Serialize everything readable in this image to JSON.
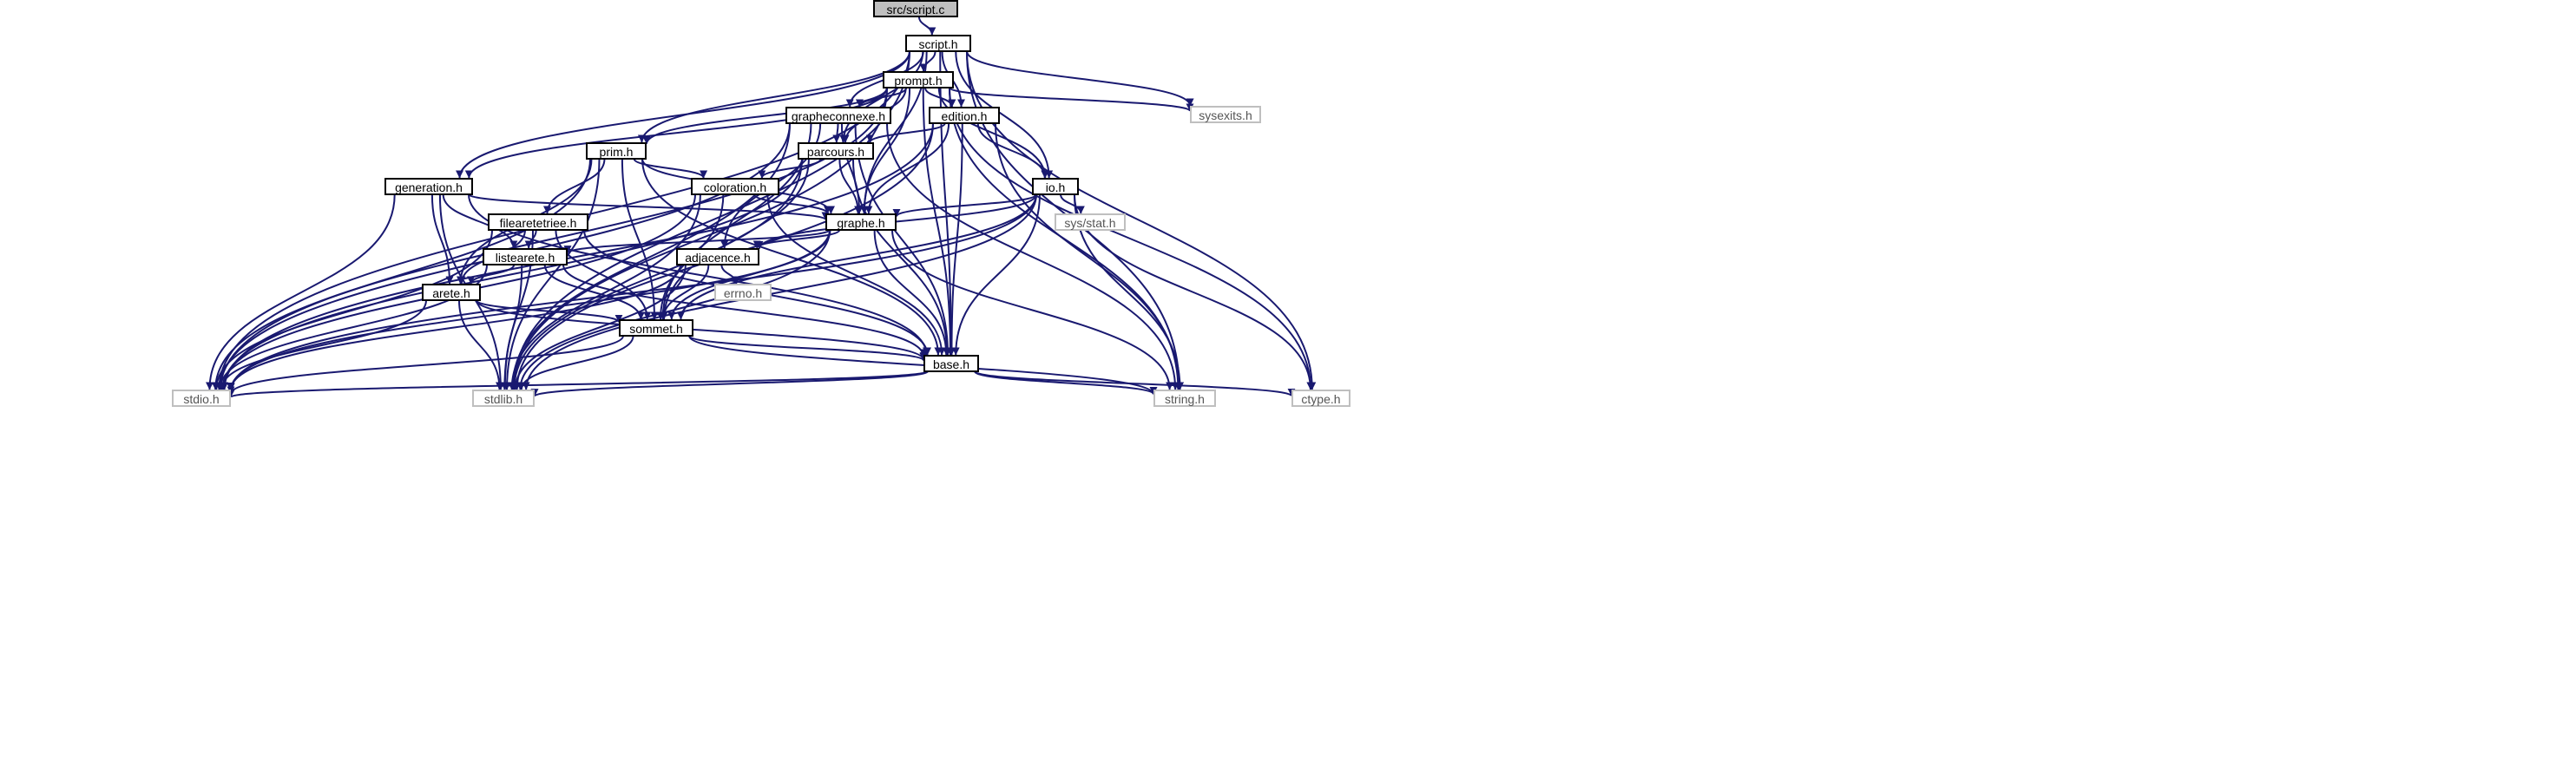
{
  "diagram": {
    "type": "include-dependency-graph",
    "colors": {
      "edge": "#191970",
      "root_fill": "#bfbfbf",
      "root_stroke": "#000000",
      "header_fill": "#ffffff",
      "header_stroke": "#000000",
      "system_stroke": "#bfbfbf",
      "system_text": "#555555",
      "text": "#000000"
    },
    "nodes": [
      {
        "id": "script_c",
        "label": "src/script.c",
        "kind": "root"
      },
      {
        "id": "script_h",
        "label": "script.h",
        "kind": "header"
      },
      {
        "id": "prompt_h",
        "label": "prompt.h",
        "kind": "header"
      },
      {
        "id": "grapheconnexe_h",
        "label": "grapheconnexe.h",
        "kind": "header"
      },
      {
        "id": "edition_h",
        "label": "edition.h",
        "kind": "header"
      },
      {
        "id": "parcours_h",
        "label": "parcours.h",
        "kind": "header"
      },
      {
        "id": "prim_h",
        "label": "prim.h",
        "kind": "header"
      },
      {
        "id": "coloration_h",
        "label": "coloration.h",
        "kind": "header"
      },
      {
        "id": "generation_h",
        "label": "generation.h",
        "kind": "header"
      },
      {
        "id": "io_h",
        "label": "io.h",
        "kind": "header"
      },
      {
        "id": "graphe_h",
        "label": "graphe.h",
        "kind": "header"
      },
      {
        "id": "filearetetriee_h",
        "label": "filearetetriee.h",
        "kind": "header"
      },
      {
        "id": "listearete_h",
        "label": "listearete.h",
        "kind": "header"
      },
      {
        "id": "adjacence_h",
        "label": "adjacence.h",
        "kind": "header"
      },
      {
        "id": "arete_h",
        "label": "arete.h",
        "kind": "header"
      },
      {
        "id": "sommet_h",
        "label": "sommet.h",
        "kind": "header"
      },
      {
        "id": "base_h",
        "label": "base.h",
        "kind": "header"
      },
      {
        "id": "sysexits_h",
        "label": "sysexits.h",
        "kind": "system"
      },
      {
        "id": "sys_stat_h",
        "label": "sys/stat.h",
        "kind": "system"
      },
      {
        "id": "errno_h",
        "label": "errno.h",
        "kind": "system"
      },
      {
        "id": "stdio_h",
        "label": "stdio.h",
        "kind": "system"
      },
      {
        "id": "stdlib_h",
        "label": "stdlib.h",
        "kind": "system"
      },
      {
        "id": "string_h",
        "label": "string.h",
        "kind": "system"
      },
      {
        "id": "ctype_h",
        "label": "ctype.h",
        "kind": "system"
      }
    ],
    "edges": [
      [
        "script_c",
        "script_h"
      ],
      [
        "script_h",
        "prompt_h"
      ],
      [
        "script_h",
        "grapheconnexe_h"
      ],
      [
        "script_h",
        "edition_h"
      ],
      [
        "script_h",
        "parcours_h"
      ],
      [
        "script_h",
        "prim_h"
      ],
      [
        "script_h",
        "generation_h"
      ],
      [
        "script_h",
        "io_h"
      ],
      [
        "script_h",
        "graphe_h"
      ],
      [
        "script_h",
        "base_h"
      ],
      [
        "script_h",
        "sysexits_h"
      ],
      [
        "script_h",
        "stdio_h"
      ],
      [
        "script_h",
        "stdlib_h"
      ],
      [
        "script_h",
        "string_h"
      ],
      [
        "script_h",
        "ctype_h"
      ],
      [
        "prompt_h",
        "grapheconnexe_h"
      ],
      [
        "prompt_h",
        "edition_h"
      ],
      [
        "prompt_h",
        "parcours_h"
      ],
      [
        "prompt_h",
        "prim_h"
      ],
      [
        "prompt_h",
        "generation_h"
      ],
      [
        "prompt_h",
        "io_h"
      ],
      [
        "prompt_h",
        "graphe_h"
      ],
      [
        "prompt_h",
        "base_h"
      ],
      [
        "prompt_h",
        "sysexits_h"
      ],
      [
        "prompt_h",
        "stdio_h"
      ],
      [
        "prompt_h",
        "stdlib_h"
      ],
      [
        "prompt_h",
        "string_h"
      ],
      [
        "prompt_h",
        "ctype_h"
      ],
      [
        "grapheconnexe_h",
        "parcours_h"
      ],
      [
        "grapheconnexe_h",
        "graphe_h"
      ],
      [
        "grapheconnexe_h",
        "adjacence_h"
      ],
      [
        "grapheconnexe_h",
        "sommet_h"
      ],
      [
        "grapheconnexe_h",
        "base_h"
      ],
      [
        "grapheconnexe_h",
        "stdio_h"
      ],
      [
        "grapheconnexe_h",
        "stdlib_h"
      ],
      [
        "grapheconnexe_h",
        "string_h"
      ],
      [
        "edition_h",
        "parcours_h"
      ],
      [
        "edition_h",
        "io_h"
      ],
      [
        "edition_h",
        "graphe_h"
      ],
      [
        "edition_h",
        "base_h"
      ],
      [
        "edition_h",
        "stdio_h"
      ],
      [
        "edition_h",
        "stdlib_h"
      ],
      [
        "edition_h",
        "string_h"
      ],
      [
        "parcours_h",
        "coloration_h"
      ],
      [
        "parcours_h",
        "graphe_h"
      ],
      [
        "parcours_h",
        "sommet_h"
      ],
      [
        "parcours_h",
        "base_h"
      ],
      [
        "parcours_h",
        "stdio_h"
      ],
      [
        "parcours_h",
        "stdlib_h"
      ],
      [
        "prim_h",
        "coloration_h"
      ],
      [
        "prim_h",
        "graphe_h"
      ],
      [
        "prim_h",
        "filearetetriee_h"
      ],
      [
        "prim_h",
        "arete_h"
      ],
      [
        "prim_h",
        "sommet_h"
      ],
      [
        "prim_h",
        "base_h"
      ],
      [
        "prim_h",
        "stdio_h"
      ],
      [
        "prim_h",
        "stdlib_h"
      ],
      [
        "coloration_h",
        "graphe_h"
      ],
      [
        "coloration_h",
        "sommet_h"
      ],
      [
        "coloration_h",
        "base_h"
      ],
      [
        "coloration_h",
        "stdio_h"
      ],
      [
        "coloration_h",
        "stdlib_h"
      ],
      [
        "generation_h",
        "graphe_h"
      ],
      [
        "generation_h",
        "listearete_h"
      ],
      [
        "generation_h",
        "arete_h"
      ],
      [
        "generation_h",
        "base_h"
      ],
      [
        "generation_h",
        "stdio_h"
      ],
      [
        "generation_h",
        "stdlib_h"
      ],
      [
        "io_h",
        "graphe_h"
      ],
      [
        "io_h",
        "adjacence_h"
      ],
      [
        "io_h",
        "sommet_h"
      ],
      [
        "io_h",
        "base_h"
      ],
      [
        "io_h",
        "sys_stat_h"
      ],
      [
        "io_h",
        "stdio_h"
      ],
      [
        "io_h",
        "stdlib_h"
      ],
      [
        "io_h",
        "string_h"
      ],
      [
        "io_h",
        "ctype_h"
      ],
      [
        "graphe_h",
        "listearete_h"
      ],
      [
        "graphe_h",
        "adjacence_h"
      ],
      [
        "graphe_h",
        "sommet_h"
      ],
      [
        "graphe_h",
        "base_h"
      ],
      [
        "graphe_h",
        "stdio_h"
      ],
      [
        "graphe_h",
        "stdlib_h"
      ],
      [
        "graphe_h",
        "string_h"
      ],
      [
        "filearetetriee_h",
        "listearete_h"
      ],
      [
        "filearetetriee_h",
        "arete_h"
      ],
      [
        "filearetetriee_h",
        "sommet_h"
      ],
      [
        "filearetetriee_h",
        "base_h"
      ],
      [
        "filearetetriee_h",
        "stdio_h"
      ],
      [
        "filearetetriee_h",
        "stdlib_h"
      ],
      [
        "listearete_h",
        "arete_h"
      ],
      [
        "listearete_h",
        "sommet_h"
      ],
      [
        "listearete_h",
        "base_h"
      ],
      [
        "listearete_h",
        "stdio_h"
      ],
      [
        "listearete_h",
        "stdlib_h"
      ],
      [
        "adjacence_h",
        "sommet_h"
      ],
      [
        "adjacence_h",
        "errno_h"
      ],
      [
        "adjacence_h",
        "stdio_h"
      ],
      [
        "adjacence_h",
        "stdlib_h"
      ],
      [
        "arete_h",
        "sommet_h"
      ],
      [
        "arete_h",
        "base_h"
      ],
      [
        "arete_h",
        "stdio_h"
      ],
      [
        "arete_h",
        "stdlib_h"
      ],
      [
        "sommet_h",
        "base_h"
      ],
      [
        "sommet_h",
        "stdio_h"
      ],
      [
        "sommet_h",
        "stdlib_h"
      ],
      [
        "sommet_h",
        "string_h"
      ],
      [
        "base_h",
        "stdio_h"
      ],
      [
        "base_h",
        "stdlib_h"
      ],
      [
        "base_h",
        "string_h"
      ],
      [
        "base_h",
        "ctype_h"
      ]
    ]
  }
}
